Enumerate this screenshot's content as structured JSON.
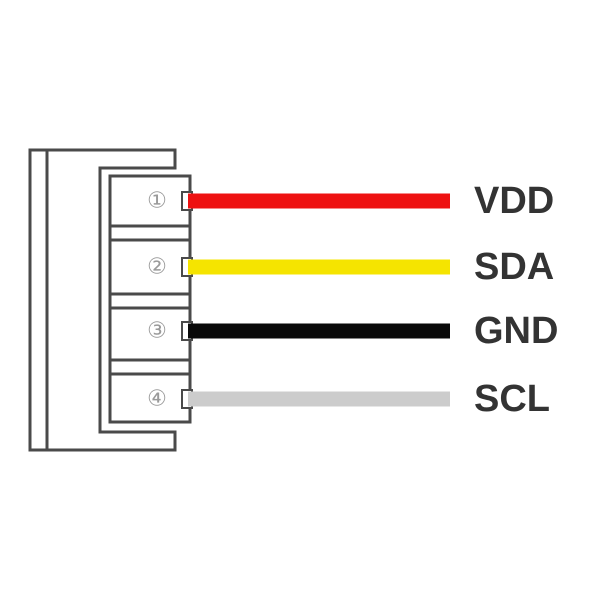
{
  "colors": {
    "housing_stroke": "#4a4a4a",
    "label_text": "#333333",
    "pin_number_text": "#9a9a9a"
  },
  "pins": [
    {
      "number": "①",
      "label": "VDD",
      "wire_color": "#ee1111"
    },
    {
      "number": "②",
      "label": "SDA",
      "wire_color": "#f5e400"
    },
    {
      "number": "③",
      "label": "GND",
      "wire_color": "#0a0a0a"
    },
    {
      "number": "④",
      "label": "SCL",
      "wire_color": "#cccccc"
    }
  ]
}
